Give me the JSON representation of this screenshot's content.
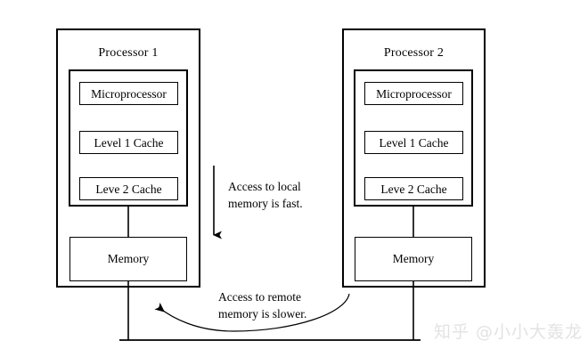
{
  "diagram": {
    "title_hidden": "",
    "processors": [
      {
        "id": "processor-1",
        "label": "Processor 1",
        "units": [
          {
            "label": "Microprocessor"
          },
          {
            "label": "Level 1 Cache"
          },
          {
            "label": "Leve 2 Cache"
          }
        ],
        "memory": {
          "label": "Memory"
        }
      },
      {
        "id": "processor-2",
        "label": "Processor 2",
        "units": [
          {
            "label": "Microprocessor"
          },
          {
            "label": "Level 1 Cache"
          },
          {
            "label": "Leve 2 Cache"
          }
        ],
        "memory": {
          "label": "Memory"
        }
      }
    ],
    "annotations": [
      {
        "id": "local-access",
        "line1": "Access to local",
        "line2": "memory is fast.",
        "arrow": "straight-down-arrow"
      },
      {
        "id": "remote-access",
        "line1": "Access to remote",
        "line2": "memory is slower.",
        "arrow": "curved-left-arrow"
      }
    ],
    "bus": {
      "name": "system-bus-line"
    },
    "colors": {
      "stroke": "#000000",
      "background": "#ffffff",
      "watermark": "#e3e3e3"
    }
  },
  "watermark": {
    "text": "知乎 @小小大轰龙"
  }
}
